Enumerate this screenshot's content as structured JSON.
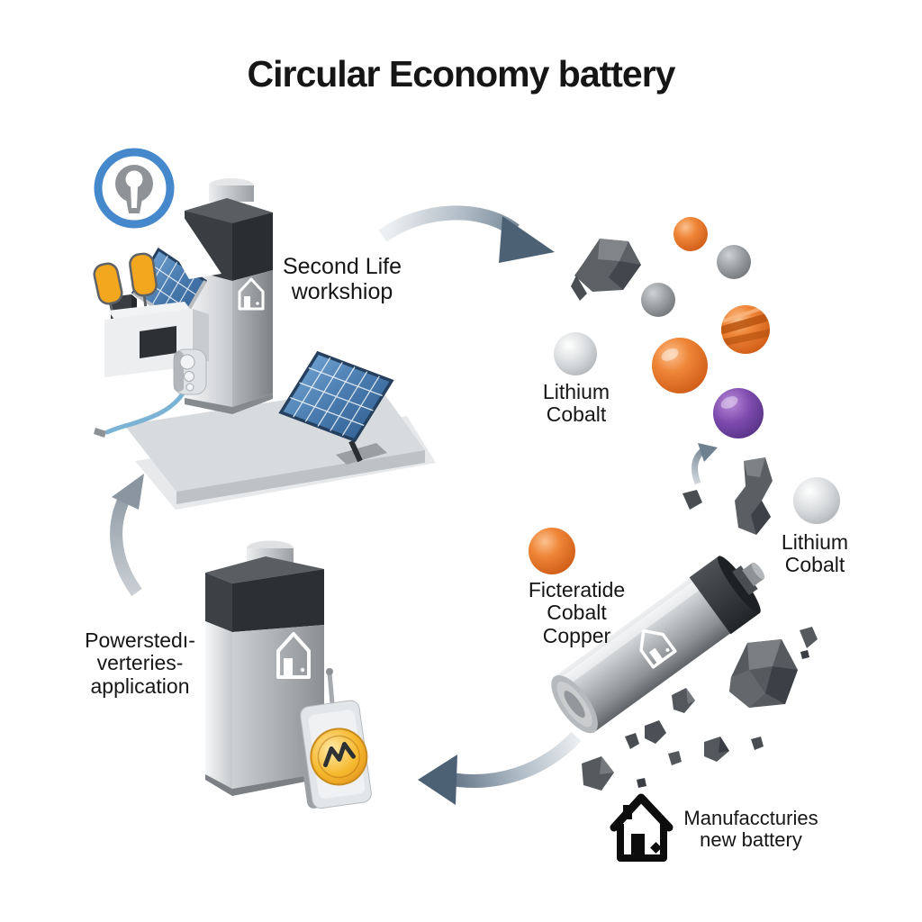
{
  "title": "Circular Economy battery",
  "labels": {
    "second_life": {
      "lines": [
        "Second Life",
        "workshiop"
      ]
    },
    "lithium_cobalt_minerals": {
      "lines": [
        "Lithium",
        "Cobalt"
      ]
    },
    "lithium_cobalt_recycled": {
      "lines": [
        "Lithium",
        "Cobalt"
      ]
    },
    "recovered_materials": {
      "lines": [
        "Ficteratide",
        "Cobalt",
        "Copper"
      ]
    },
    "powered_application": {
      "lines": [
        "Powerstedı-",
        "verteries-",
        "application"
      ]
    },
    "manufactures": {
      "lines": [
        "Manufaccturies",
        "new battery"
      ]
    }
  },
  "icons": {
    "lightbulb": "lightbulb-idea-icon",
    "home_on_battery": "home-outline-icon",
    "manufacture_house": "house-manufacture-icon",
    "power_emblem": "power-wave-icon",
    "solar_panel": "solar-panel-icon"
  },
  "colors": {
    "background": "#ffffff",
    "text": "#161616",
    "accent_blue_ring": "#4688cc",
    "solar_blue": "#4a7cb0",
    "copper_orange": "#ef8638",
    "cobalt_purple": "#7b4aad",
    "arrow_slate": "#55697c",
    "metal_gray": "#9fa3a7",
    "rock_gray": "#565a5f",
    "emblem_gold": "#f6b92e"
  }
}
